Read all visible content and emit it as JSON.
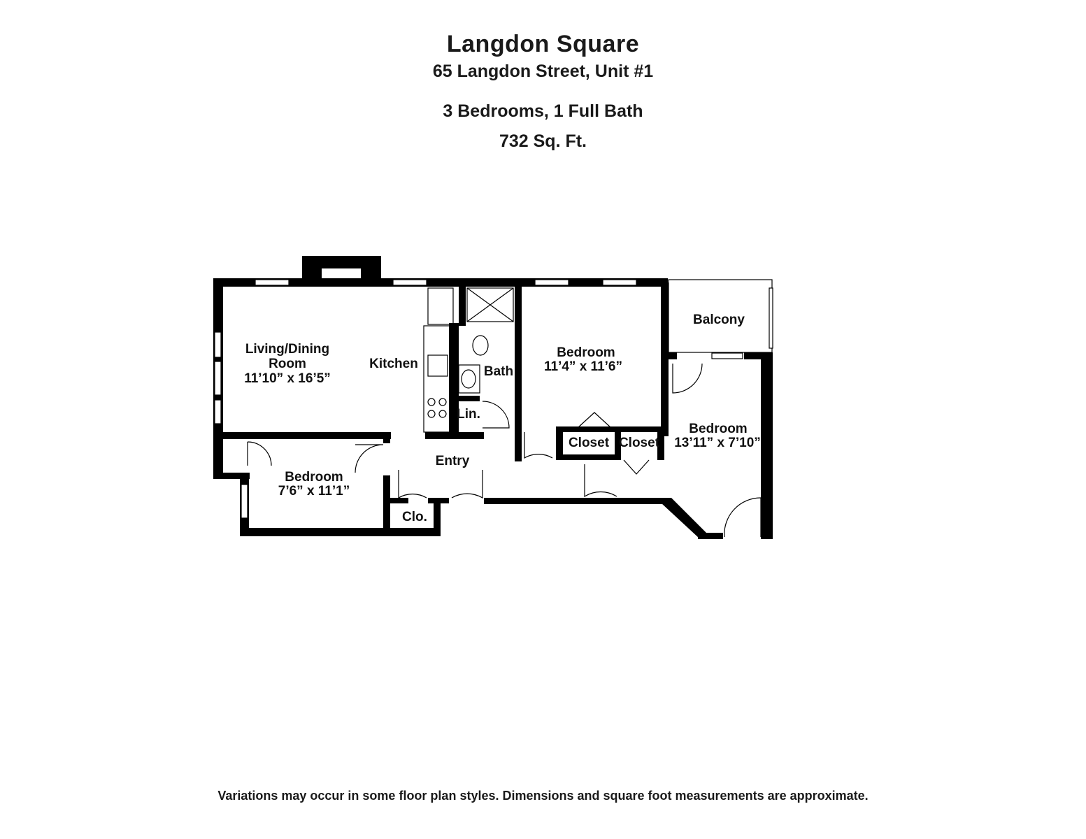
{
  "header": {
    "title": "Langdon Square",
    "address": "65 Langdon Street, Unit #1",
    "bed_bath": "3 Bedrooms, 1 Full Bath",
    "area": "732 Sq. Ft."
  },
  "rooms": {
    "living_name_line1": "Living/Dining",
    "living_name_line2": "Room",
    "living_dims": "11’10” x 16’5”",
    "kitchen": "Kitchen",
    "bath": "Bath",
    "linen": "Lin.",
    "bedroom_north_name": "Bedroom",
    "bedroom_north_dims": "11’4” x 11’6”",
    "balcony": "Balcony",
    "bedroom_east_name": "Bedroom",
    "bedroom_east_dims": "13’11” x 7’10”",
    "closet_1": "Closet",
    "closet_2": "Closet",
    "entry": "Entry",
    "bedroom_south_name": "Bedroom",
    "bedroom_south_dims": "7’6” x 11’1”",
    "closet_small": "Clo."
  },
  "footer": {
    "disclaimer": "Variations may occur in some floor plan styles. Dimensions and square foot measurements are approximate."
  }
}
